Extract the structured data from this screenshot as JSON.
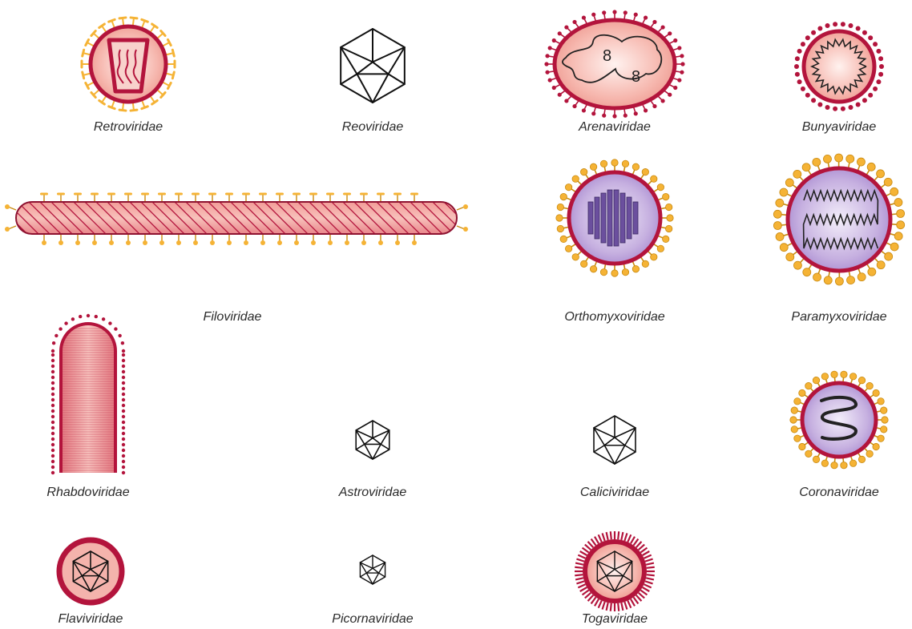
{
  "viruses": {
    "retroviridae": "Retroviridae",
    "reoviridae": "Reoviridae",
    "arenaviridae": "Arenaviridae",
    "bunyaviridae": "Bunyaviridae",
    "filoviridae": "Filoviridae",
    "orthomyxoviridae": "Orthomyxoviridae",
    "paramyxoviridae": "Paramyxoviridae",
    "rhabdoviridae": "Rhabdoviridae",
    "astroviridae": "Astroviridae",
    "caliciviridae": "Caliciviridae",
    "coronaviridae": "Coronaviridae",
    "flaviviridae": "Flaviviridae",
    "picornaviridae": "Picornaviridae",
    "togaviridae": "Togaviridae"
  },
  "colors": {
    "membrane": "#b3143c",
    "envelope_fill": "#f4b3ac",
    "envelope_light": "#fde2dd",
    "spike": "#f5b335",
    "spike_stroke": "#c98a10",
    "purple_fill": "#b89ad6",
    "purple_light": "#e6dcf2",
    "segment": "#6b4f9e"
  }
}
